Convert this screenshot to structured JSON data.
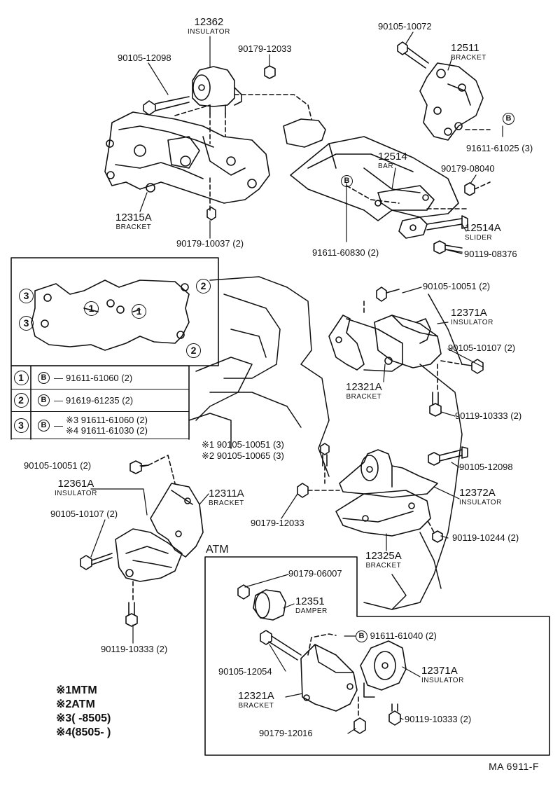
{
  "labels": {
    "p12362": {
      "num": "12362",
      "name": "INSULATOR"
    },
    "p90105_12098_top": "90105-12098",
    "p90179_12033_top": "90179-12033",
    "p90105_10072": "90105-10072",
    "p12511": {
      "num": "12511",
      "name": "BRACKET"
    },
    "b_top_right": "B",
    "p91611_61025": "91611-61025 (3)",
    "p12514": {
      "num": "12514",
      "name": "BAR"
    },
    "p90179_08040": "90179-08040",
    "b_bar": "B",
    "p91611_60830": "91611-60830 (2)",
    "p12514A": {
      "num": "12514A",
      "name": "SLIDER"
    },
    "p90119_08376": "90119-08376",
    "p12315A": {
      "num": "12315A",
      "name": "BRACKET"
    },
    "p90179_10037": "90179-10037 (2)",
    "p90105_10051_r": "90105-10051 (2)",
    "p12371A_r": {
      "num": "12371A",
      "name": "INSULATOR"
    },
    "p90105_10107_r": "90105-10107 (2)",
    "p12321A_r": {
      "num": "12321A",
      "name": "BRACKET"
    },
    "p90119_10333_r": "90119-10333 (2)",
    "note1_bolt": "※1 90105-10051 (3)",
    "note2_bolt": "※2 90105-10065 (3)",
    "p90105_12098_mid": "90105-12098",
    "p12372A": {
      "num": "12372A",
      "name": "INSULATOR"
    },
    "p90179_12033_mid": "90179-12033",
    "p90119_10244": "90119-10244 (2)",
    "p12325A": {
      "num": "12325A",
      "name": "BRACKET"
    },
    "p90105_10051_l": "90105-10051 (2)",
    "p12361A": {
      "num": "12361A",
      "name": "INSULATOR"
    },
    "p12311A": {
      "num": "12311A",
      "name": "BRACKET"
    },
    "p90105_10107_l": "90105-10107 (2)",
    "p90119_10333_l": "90119-10333 (2)",
    "atm_title": "ATM",
    "p90179_06007": "90179-06007",
    "p12351": {
      "num": "12351",
      "name": "DAMPER"
    },
    "p91611_61040": "91611-61040 (2)",
    "p90105_12054": "90105-12054",
    "p12371A_atm": {
      "num": "12371A",
      "name": "INSULATOR"
    },
    "p12321A_atm": {
      "num": "12321A",
      "name": "BRACKET"
    },
    "p90119_10333_atm": "90119-10333 (2)",
    "p90179_12016": "90179-12016"
  },
  "inset": {
    "marks": [
      "1",
      "2",
      "3"
    ]
  },
  "legend": [
    {
      "num": "1",
      "b": "B",
      "lines": [
        "91611-61060 (2)"
      ]
    },
    {
      "num": "2",
      "b": "B",
      "lines": [
        "91619-61235 (2)"
      ]
    },
    {
      "num": "3",
      "b": "B",
      "lines": [
        "※3 91611-61060 (2)",
        "※4 91611-61030 (2)"
      ]
    }
  ],
  "notes": [
    "※1MTM",
    "※2ATM",
    "※3(      -8505)",
    "※4(8505-      )"
  ],
  "drawing_code": "MA  6911-F"
}
